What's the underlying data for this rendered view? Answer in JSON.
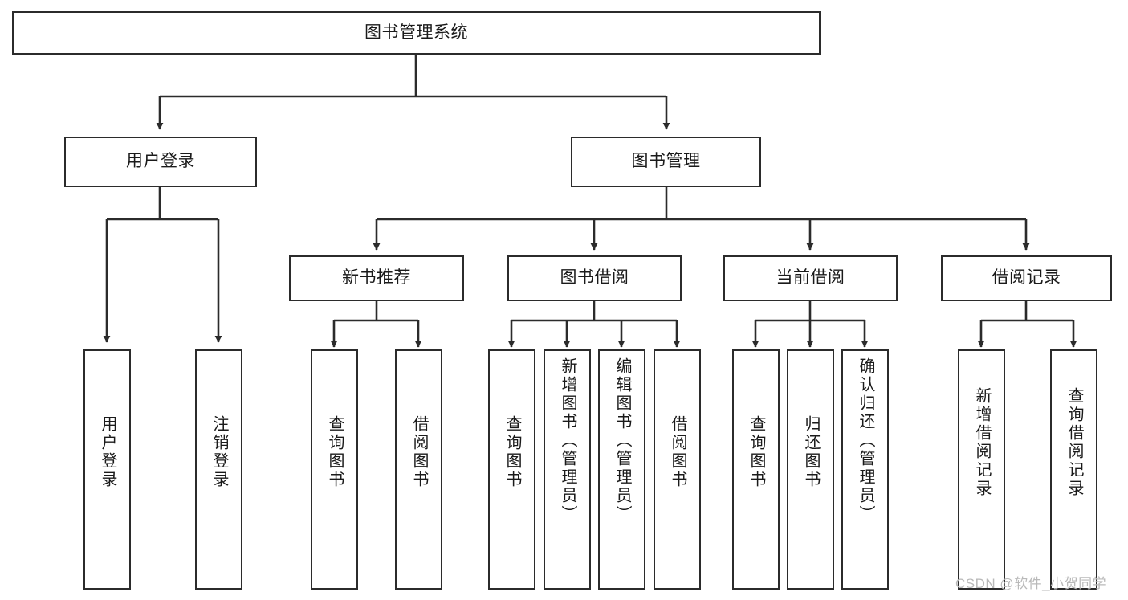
{
  "diagram": {
    "type": "tree-hierarchy",
    "title": "图书管理系统",
    "watermark": "CSDN @软件_小贺同学",
    "stroke_color": "#2b2b2b",
    "fill_color": "#ffffff",
    "text_color": "#1a1a1a",
    "watermark_color": "#b9b9b9",
    "levels": [
      {
        "level": 0,
        "nodes": [
          {
            "id": "root",
            "label": "图书管理系统",
            "orientation": "horizontal"
          }
        ]
      },
      {
        "level": 1,
        "nodes": [
          {
            "id": "login",
            "label": "用户登录",
            "orientation": "horizontal"
          },
          {
            "id": "bookmgmt",
            "label": "图书管理",
            "orientation": "horizontal"
          }
        ]
      },
      {
        "level": 2,
        "nodes": [
          {
            "id": "newbook",
            "label": "新书推荐",
            "orientation": "horizontal"
          },
          {
            "id": "borrow",
            "label": "图书借阅",
            "orientation": "horizontal"
          },
          {
            "id": "current",
            "label": "当前借阅",
            "orientation": "horizontal"
          },
          {
            "id": "record",
            "label": "借阅记录",
            "orientation": "horizontal"
          }
        ]
      },
      {
        "level": 3,
        "nodes": [
          {
            "id": "leaf-1",
            "label": "用户登录",
            "orientation": "vertical",
            "parent": "login"
          },
          {
            "id": "leaf-2",
            "label": "注销登录",
            "orientation": "vertical",
            "parent": "login"
          },
          {
            "id": "leaf-3",
            "label": "查询图书",
            "orientation": "vertical",
            "parent": "newbook"
          },
          {
            "id": "leaf-4",
            "label": "借阅图书",
            "orientation": "vertical",
            "parent": "newbook"
          },
          {
            "id": "leaf-5",
            "label": "查询图书",
            "orientation": "vertical",
            "parent": "borrow"
          },
          {
            "id": "leaf-6",
            "label": "新增图书（管理员）",
            "orientation": "vertical",
            "parent": "borrow"
          },
          {
            "id": "leaf-7",
            "label": "编辑图书（管理员）",
            "orientation": "vertical",
            "parent": "borrow"
          },
          {
            "id": "leaf-8",
            "label": "借阅图书",
            "orientation": "vertical",
            "parent": "borrow"
          },
          {
            "id": "leaf-9",
            "label": "查询图书",
            "orientation": "vertical",
            "parent": "current"
          },
          {
            "id": "leaf-10",
            "label": "归还图书",
            "orientation": "vertical",
            "parent": "current"
          },
          {
            "id": "leaf-11",
            "label": "确认归还（管理员）",
            "orientation": "vertical",
            "parent": "current"
          },
          {
            "id": "leaf-12",
            "label": "新增借阅记录",
            "orientation": "vertical",
            "parent": "record"
          },
          {
            "id": "leaf-13",
            "label": "查询借阅记录",
            "orientation": "vertical",
            "parent": "record"
          }
        ]
      }
    ],
    "edges": [
      {
        "from": "root",
        "to": "login"
      },
      {
        "from": "root",
        "to": "bookmgmt"
      },
      {
        "from": "bookmgmt",
        "to": "newbook"
      },
      {
        "from": "bookmgmt",
        "to": "borrow"
      },
      {
        "from": "bookmgmt",
        "to": "current"
      },
      {
        "from": "bookmgmt",
        "to": "record"
      },
      {
        "from": "login",
        "to": "leaf-1"
      },
      {
        "from": "login",
        "to": "leaf-2"
      },
      {
        "from": "newbook",
        "to": "leaf-3"
      },
      {
        "from": "newbook",
        "to": "leaf-4"
      },
      {
        "from": "borrow",
        "to": "leaf-5"
      },
      {
        "from": "borrow",
        "to": "leaf-6"
      },
      {
        "from": "borrow",
        "to": "leaf-7"
      },
      {
        "from": "borrow",
        "to": "leaf-8"
      },
      {
        "from": "current",
        "to": "leaf-9"
      },
      {
        "from": "current",
        "to": "leaf-10"
      },
      {
        "from": "current",
        "to": "leaf-11"
      },
      {
        "from": "record",
        "to": "leaf-12"
      },
      {
        "from": "record",
        "to": "leaf-13"
      }
    ]
  }
}
